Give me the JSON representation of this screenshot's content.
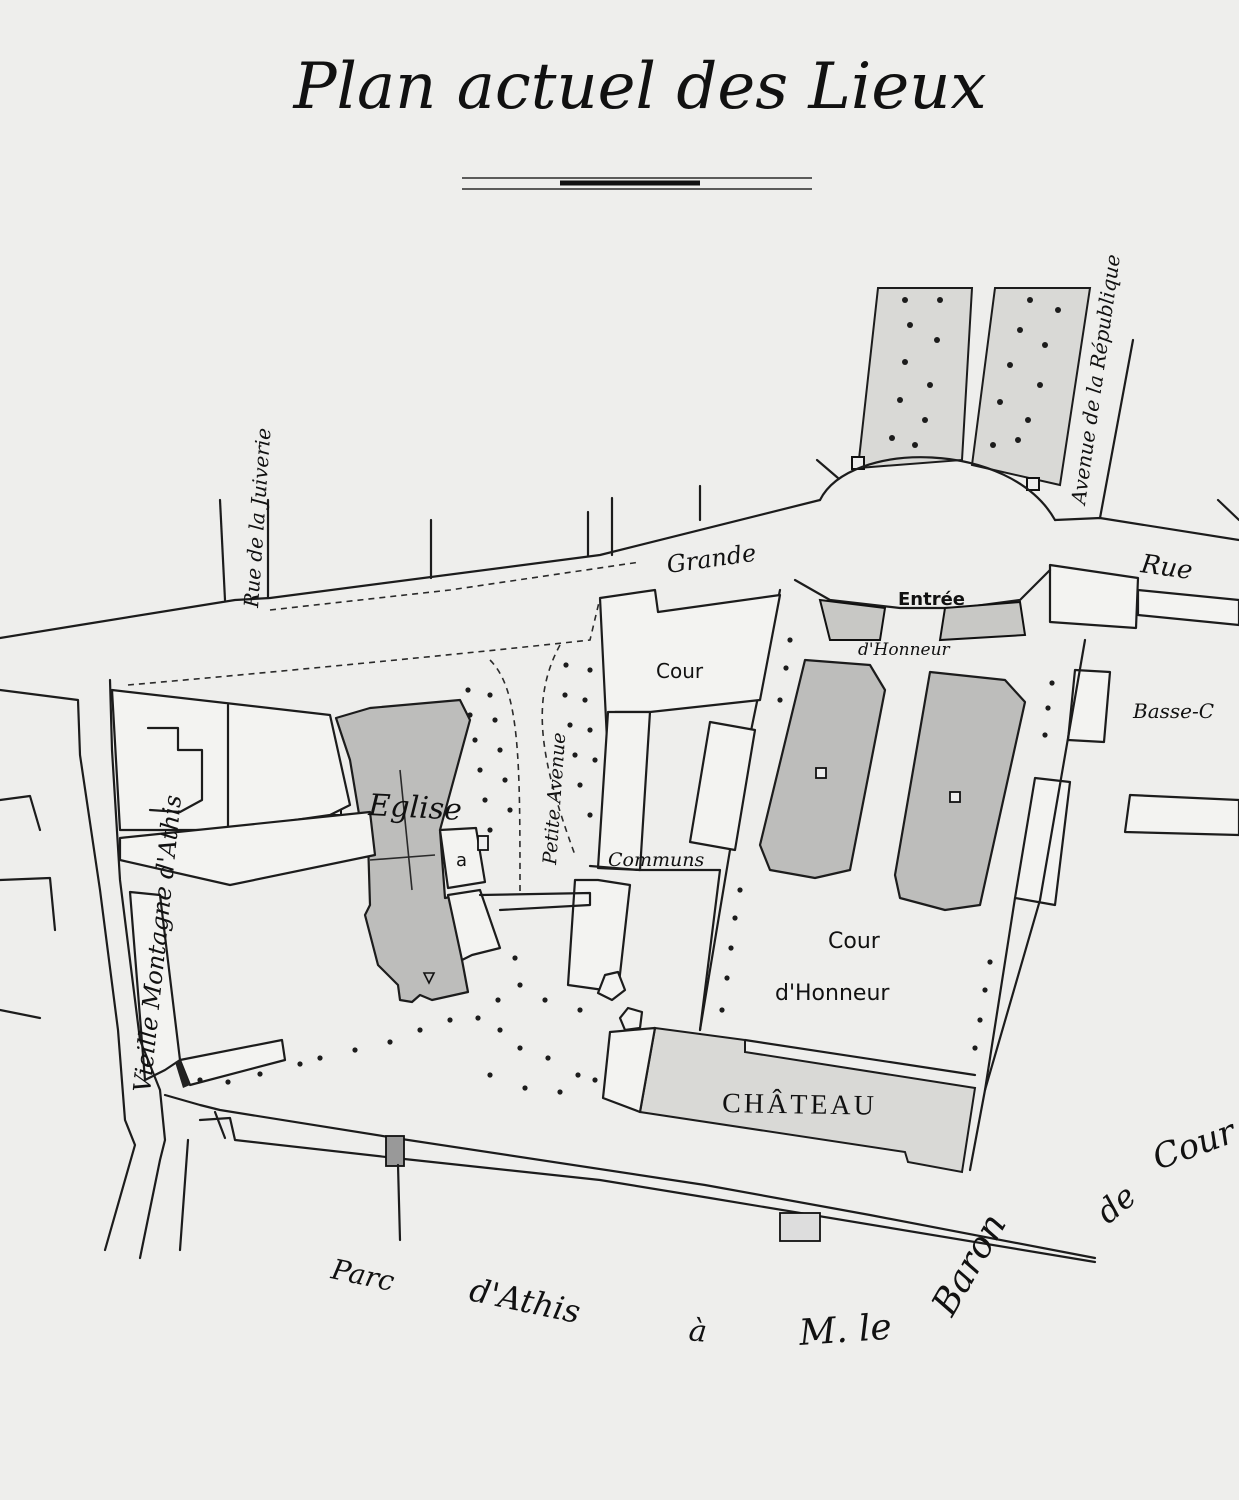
{
  "title": "Plan actuel des Lieux",
  "labels": {
    "rue_juiverie": "Rue de la Juiverie",
    "avenue_republique": "Avenue de la République",
    "grande": "Grande",
    "rue": "Rue",
    "entree": "Entrée",
    "d_honneur_top": "d'Honneur",
    "cour_small": "Cour",
    "basse_cour": "Basse-C",
    "eglise": "Eglise",
    "eglise_a": "a",
    "petite_avenue": "Petite Avenue",
    "communs": "Communs",
    "cour_honneur_1": "Cour",
    "cour_honneur_2": "d'Honneur",
    "chateau": "CHÂTEAU",
    "vieille_montagne": "Vieille Montagne d'Athis",
    "parc_1": "Parc",
    "parc_2": "d'Athis",
    "parc_3": "à",
    "parc_4": "M. le",
    "parc_5": "Baron",
    "parc_6": "de",
    "parc_7": "Cour"
  },
  "colors": {
    "paper": "#eeeeec",
    "ink": "#1c1c1c",
    "building_fill": "#bdbdbb"
  }
}
